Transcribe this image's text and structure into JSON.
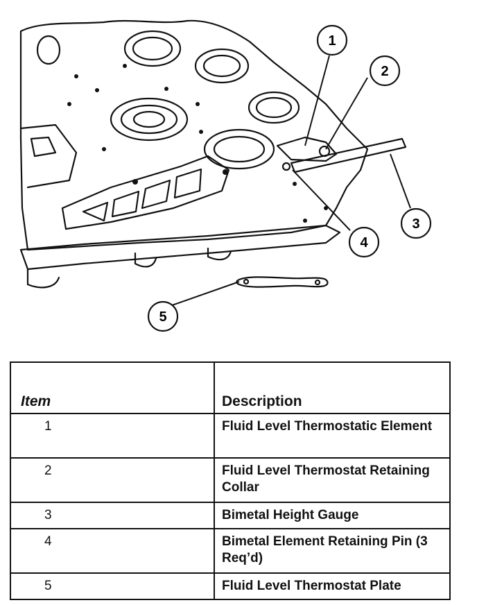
{
  "diagram": {
    "callouts": [
      {
        "number": "1"
      },
      {
        "number": "2"
      },
      {
        "number": "3"
      },
      {
        "number": "4"
      },
      {
        "number": "5"
      }
    ]
  },
  "table": {
    "headers": {
      "item": "Item",
      "description": "Description"
    },
    "rows": [
      {
        "item": "1",
        "description": "Fluid Level Thermostatic Element"
      },
      {
        "item": "2",
        "description": "Fluid Level Thermostat Retaining Collar"
      },
      {
        "item": "3",
        "description": "Bimetal Height Gauge"
      },
      {
        "item": "4",
        "description": "Bimetal Element Retaining Pin (3 Req’d)"
      },
      {
        "item": "5",
        "description": "Fluid Level Thermostat Plate"
      }
    ]
  }
}
